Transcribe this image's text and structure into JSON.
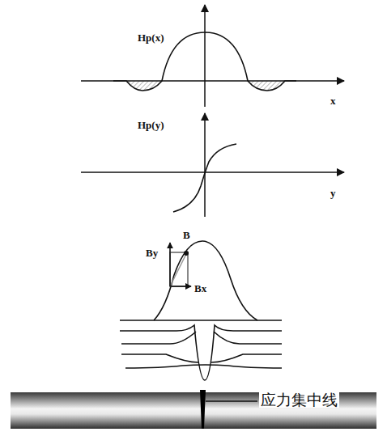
{
  "diagram": {
    "labels": [
      "Hp(x)",
      "x",
      "Hp(y)",
      "y",
      "B",
      "By",
      "Bx",
      "应力集中线"
    ]
  }
}
